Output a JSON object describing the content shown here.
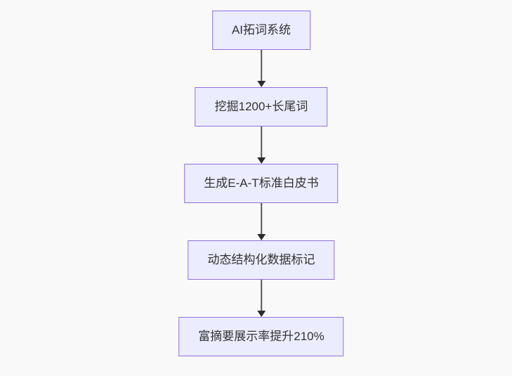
{
  "diagram": {
    "type": "flowchart",
    "direction": "top-down",
    "colors": {
      "background": "#f9f9f9",
      "node_fill": "#ECECFF",
      "node_border": "#9370DB",
      "node_text": "#333333",
      "edge_line": "#555555",
      "edge_arrowhead": "#2b2b2b"
    },
    "nodes": [
      {
        "id": "n1",
        "label": "AI拓词系统"
      },
      {
        "id": "n2",
        "label": "挖掘1200+长尾词"
      },
      {
        "id": "n3",
        "label": "生成E-A-T标准白皮书"
      },
      {
        "id": "n4",
        "label": "动态结构化数据标记"
      },
      {
        "id": "n5",
        "label": "富摘要展示率提升210%"
      }
    ],
    "edges": [
      {
        "from": "n1",
        "to": "n2",
        "style": "arrow-down"
      },
      {
        "from": "n2",
        "to": "n3",
        "style": "arrow-down"
      },
      {
        "from": "n3",
        "to": "n4",
        "style": "arrow-down"
      },
      {
        "from": "n4",
        "to": "n5",
        "style": "arrow-down"
      }
    ]
  }
}
